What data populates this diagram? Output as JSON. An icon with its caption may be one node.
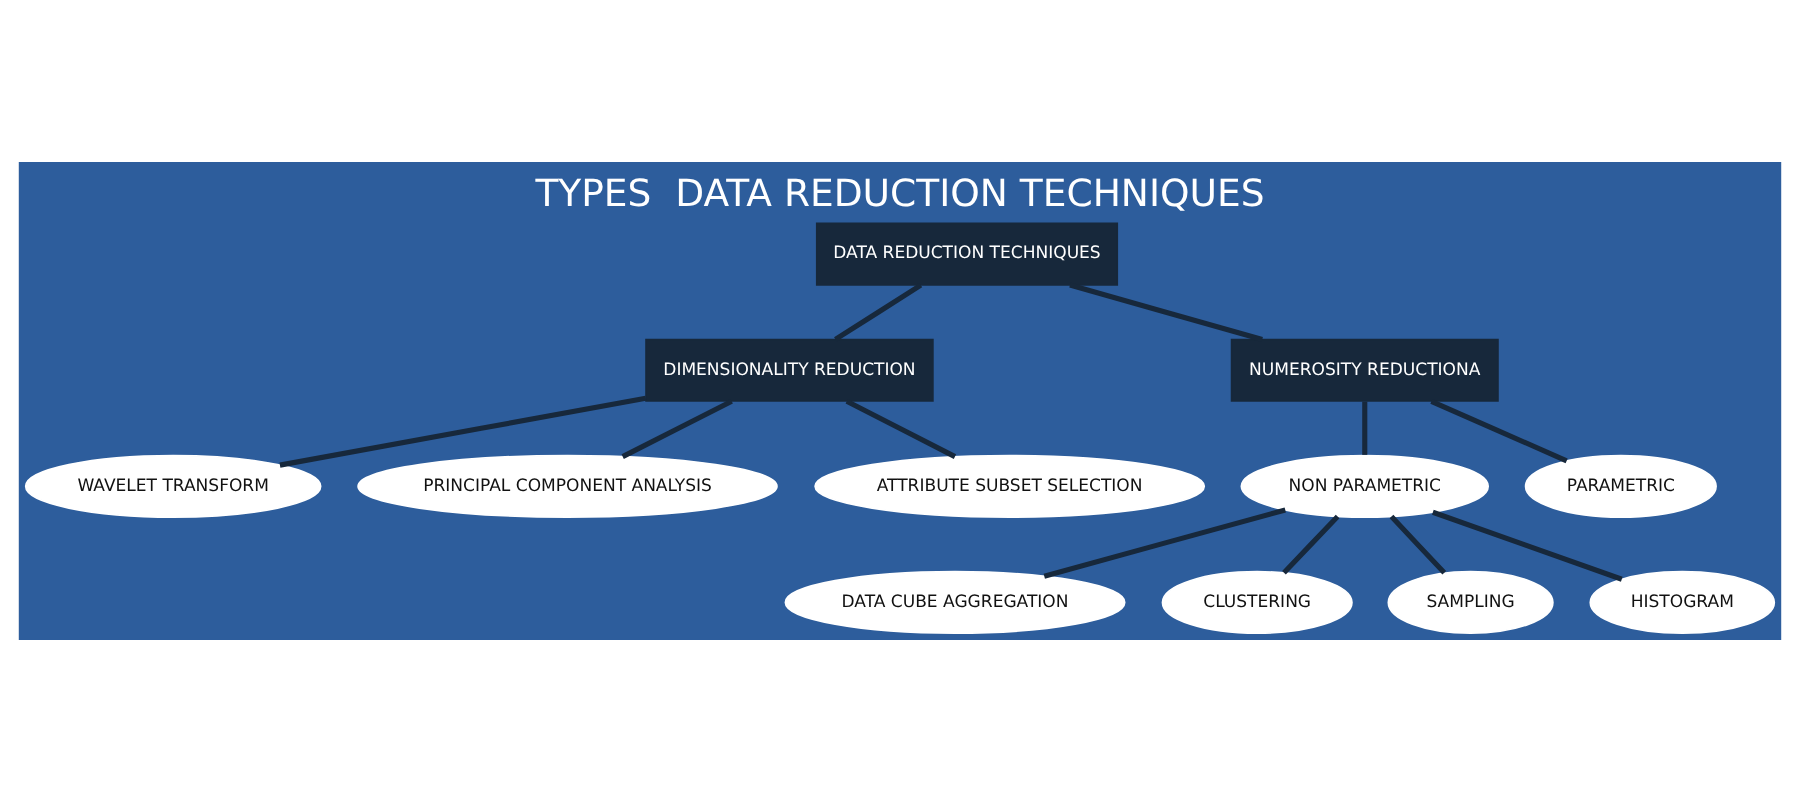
{
  "diagram": {
    "title": "TYPES  DATA REDUCTION TECHNIQUES",
    "nodes": [
      {
        "text": [
          "DATA REDUCTION TECHNIQUES"
        ]
      },
      {
        "text": [
          "DIMENSIONALITY REDUCTION"
        ]
      },
      {
        "text": [
          "NUMEROSITY REDUCTIONA"
        ]
      },
      {
        "text": [
          "WAVELET TRANSFORM"
        ]
      },
      {
        "text": [
          "PRINCIPAL COMPONENT ANALYSIS"
        ]
      },
      {
        "text": [
          "ATTRIBUTE SUBSET SELECTION"
        ]
      },
      {
        "text": [
          "NON PARAMETRIC"
        ]
      },
      {
        "text": [
          "PARAMETRIC"
        ]
      },
      {
        "text": [
          "DATA CUBE AGGREGATION"
        ]
      },
      {
        "text": [
          "CLUSTERING"
        ]
      },
      {
        "text": [
          "SAMPLING"
        ]
      },
      {
        "text": [
          "HISTOGRAM"
        ]
      }
    ],
    "edges": [
      {
        "from": 0,
        "to": 1,
        "arrow": "none"
      },
      {
        "from": 0,
        "to": 2,
        "arrow": "none"
      },
      {
        "from": 1,
        "to": 3,
        "arrow": "none"
      },
      {
        "from": 1,
        "to": 4,
        "arrow": "none"
      },
      {
        "from": 1,
        "to": 5,
        "arrow": "none"
      },
      {
        "from": 2,
        "to": 6,
        "arrow": "none"
      },
      {
        "from": 2,
        "to": 7,
        "arrow": "none"
      },
      {
        "from": 6,
        "to": 8,
        "arrow": "none"
      },
      {
        "from": 6,
        "to": 9,
        "arrow": "none"
      },
      {
        "from": 6,
        "to": 10,
        "arrow": "none"
      },
      {
        "from": 6,
        "to": 11,
        "arrow": "none"
      }
    ]
  }
}
